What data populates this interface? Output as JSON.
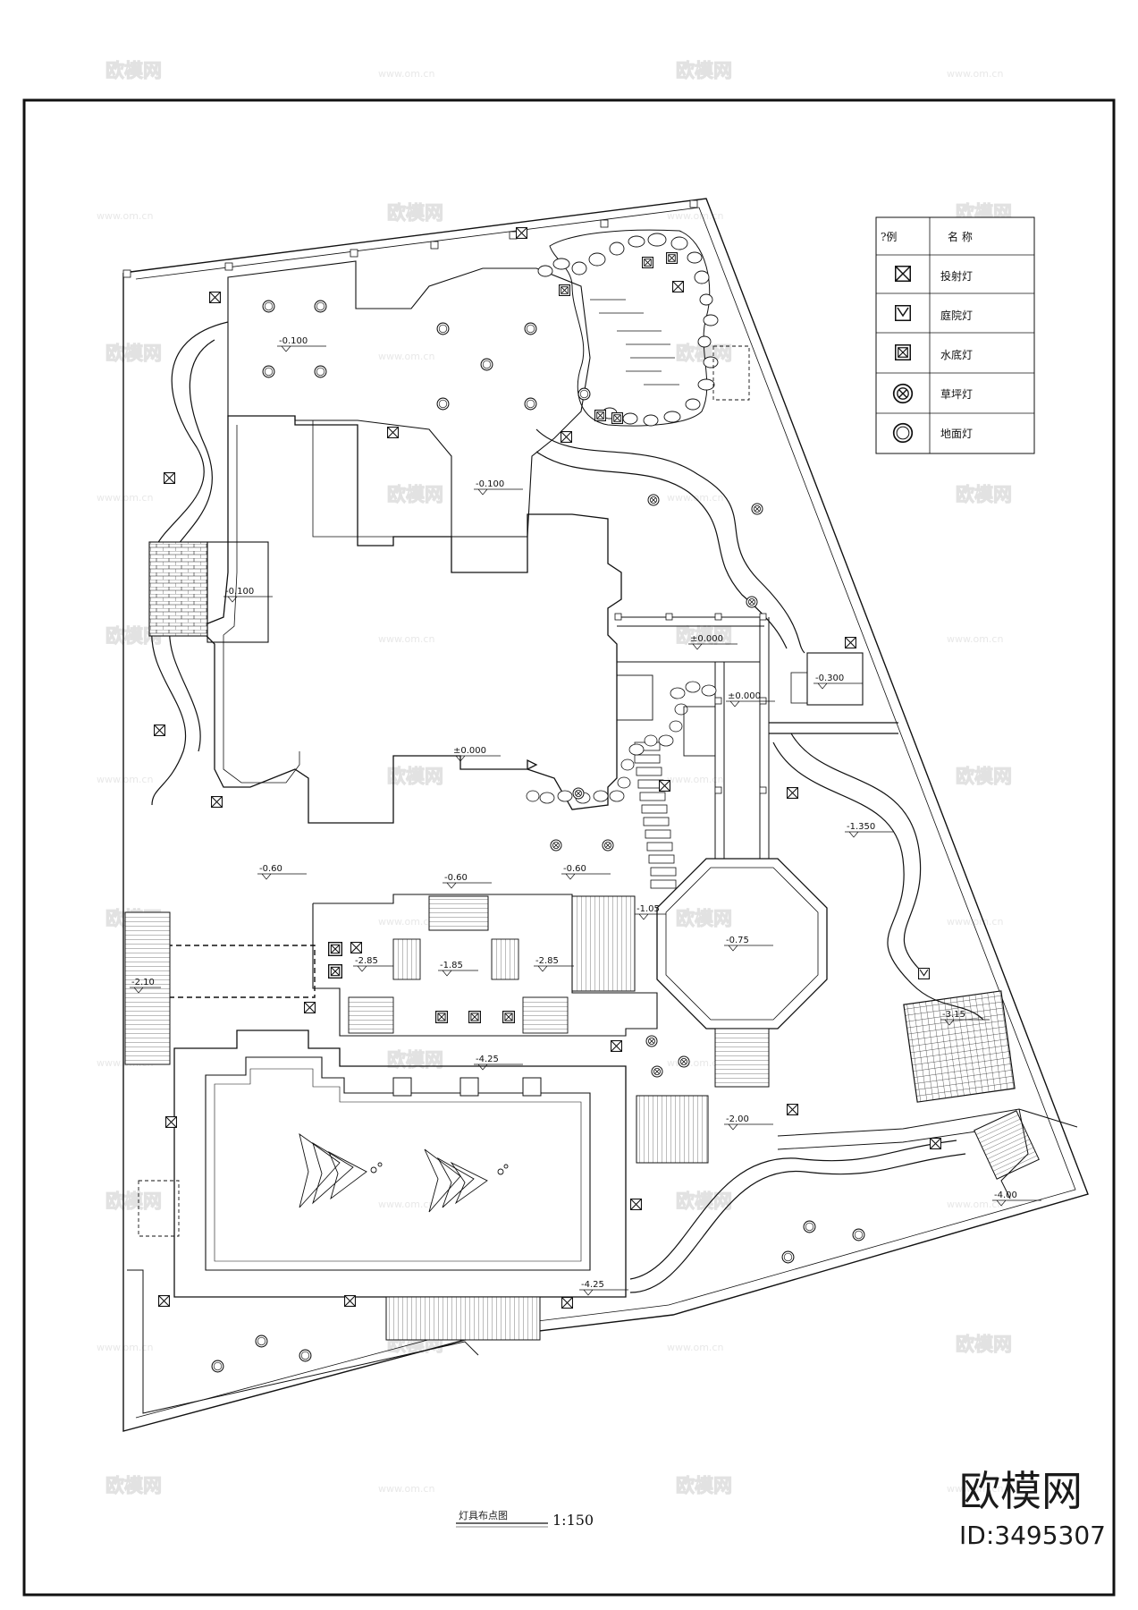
{
  "drawing": {
    "title": "灯具布点图",
    "scale": "1:150"
  },
  "legend": {
    "header_symbol": "?例",
    "header_name": "名  称",
    "items": [
      {
        "icon": "spotlight-icon",
        "label": "投射灯"
      },
      {
        "icon": "garden-lamp-icon",
        "label": "庭院灯"
      },
      {
        "icon": "underwater-lamp-icon",
        "label": "水底灯"
      },
      {
        "icon": "lawn-lamp-icon",
        "label": "草坪灯"
      },
      {
        "icon": "ground-lamp-icon",
        "label": "地面灯"
      }
    ]
  },
  "elevations": [
    "-0.100",
    "-0.100",
    "-0.100",
    "±0.000",
    "±0.000",
    "±0.000",
    "-0.300",
    "-1.350",
    "-0.60",
    "-0.60",
    "-0.60",
    "-1.05",
    "-0.75",
    "-2.85",
    "-1.85",
    "-2.85",
    "-2.10",
    "-4.25",
    "-4.25",
    "-2.00",
    "-4.00",
    "-3.15"
  ],
  "watermark": {
    "brand": "欧模网",
    "site": "www.om.cn",
    "id": "ID:3495307"
  },
  "colors": {
    "line": "#111111",
    "background": "#ffffff",
    "watermark": "#e2e2e2"
  }
}
